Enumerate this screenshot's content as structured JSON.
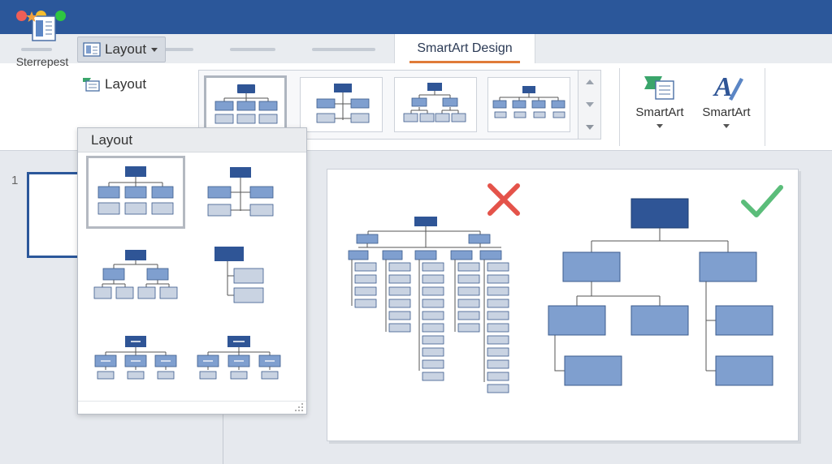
{
  "window": {
    "controls": [
      "close",
      "minimize",
      "maximize"
    ]
  },
  "tabs": {
    "active_label": "SmartArt Design"
  },
  "ribbon": {
    "big_button_label": "Sterrepest",
    "layout_label_1": "Layout",
    "layout_label_2": "Layout",
    "smartart_button_1": "SmartArt",
    "smartart_button_2": "SmartArt"
  },
  "dropdown": {
    "header": "Layout"
  },
  "slide_pane": {
    "slide_number": "1"
  },
  "annotations": {
    "bad_example_icon": "cross-icon",
    "good_example_icon": "check-icon"
  },
  "colors": {
    "titlebar": "#2b579a",
    "accent_tab": "#e07b39",
    "node_dark": "#2f5596",
    "node_mid": "#7f9fcf",
    "node_light": "#c9d3e2",
    "cross": "#e4534a",
    "check": "#5bbd7a"
  }
}
